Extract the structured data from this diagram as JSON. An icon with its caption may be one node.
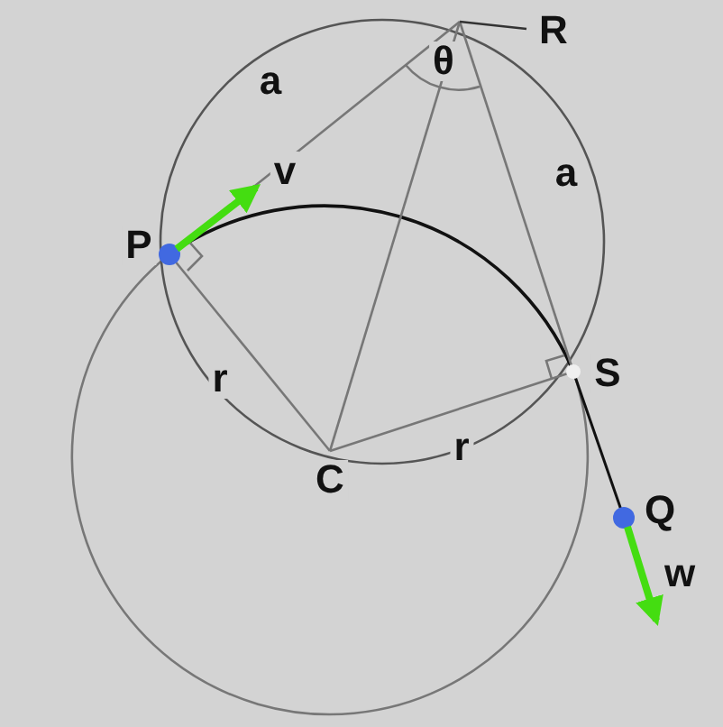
{
  "diagram": {
    "labels": [
      "R",
      "a",
      "θ",
      "v",
      "a",
      "P",
      "r",
      "S",
      "r",
      "C",
      "Q",
      "w"
    ]
  }
}
